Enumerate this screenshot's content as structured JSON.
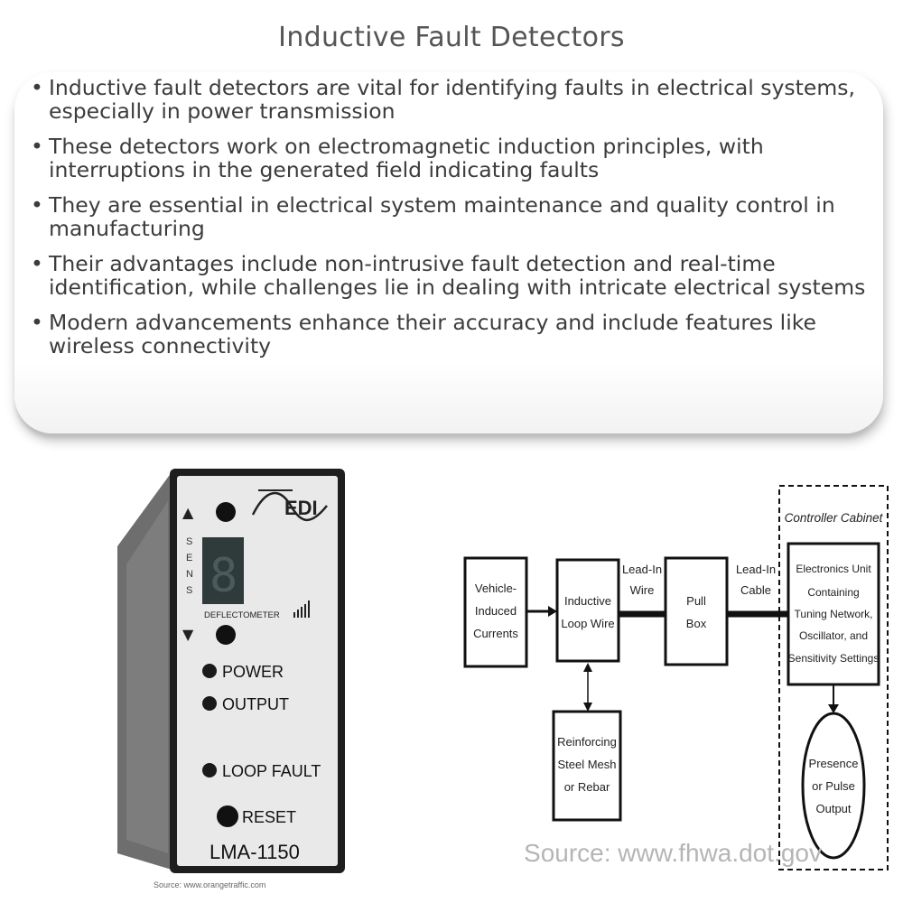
{
  "title": "Inductive Fault Detectors",
  "bullets": [
    "Inductive fault detectors are vital for identifying faults in electrical systems, especially in power transmission",
    "These detectors work on electromagnetic induction principles, with interruptions in the generated field indicating faults",
    "They are essential in electrical system maintenance and quality control in manufacturing",
    "Their advantages include non-intrusive fault detection and real-time identification, while challenges lie in dealing with intricate electrical systems",
    "Modern advancements enhance their accuracy and include features like wireless connectivity"
  ],
  "device": {
    "brand": "EDI",
    "sens": "SENS",
    "meter": "DEFLECTOMETER",
    "leds": [
      "POWER",
      "OUTPUT",
      "LOOP FAULT"
    ],
    "reset": "RESET",
    "model": "LMA-1150"
  },
  "image_source_left": "Source: www.orangetraffic.com",
  "diagram": {
    "cabinet_label": "Controller Cabinet",
    "box_vehicle": [
      "Vehicle-",
      "Induced",
      "Currents"
    ],
    "box_loop": [
      "Inductive",
      "Loop Wire"
    ],
    "label_leadin_wire": [
      "Lead-In",
      "Wire"
    ],
    "box_pull": [
      "Pull",
      "Box"
    ],
    "label_leadin_cable": [
      "Lead-In",
      "Cable"
    ],
    "box_electronics": [
      "Electronics Unit",
      "Containing",
      "Tuning Network,",
      "Oscillator, and",
      "Sensitivity Settings"
    ],
    "box_steel": [
      "Reinforcing",
      "Steel Mesh",
      "or Rebar"
    ],
    "circle_output": [
      "Presence",
      "or Pulse",
      "Output"
    ],
    "source": "Source: www.fhwa.dot.gov"
  }
}
